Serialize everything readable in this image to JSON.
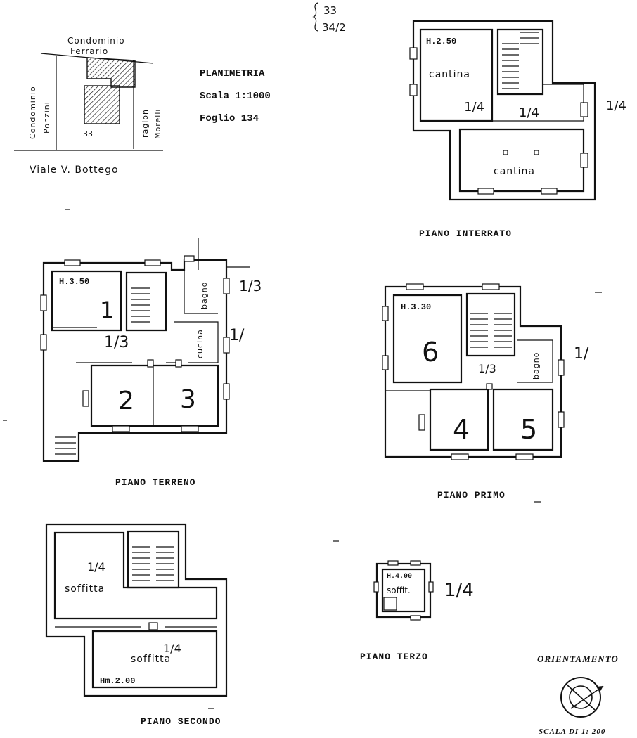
{
  "header": {
    "title": "PLANIMETRIA",
    "scale": "Scala 1:1000",
    "sheet": "Foglio 134",
    "parcels_line1": "33",
    "parcels_line2": "34/2"
  },
  "site_plan": {
    "north_neighbor_line1": "Condominio",
    "north_neighbor_line2": "Ferrario",
    "west_neighbor_line1": "Condominio",
    "west_neighbor_line2": "Ponzini",
    "east_neighbor_line1": "ragioni",
    "east_neighbor_line2": "Morelli",
    "parcel_number": "33",
    "street": "Viale V. Bottego"
  },
  "floors": {
    "basement": {
      "title": "PIANO INTERRATO",
      "height": "H.2.50",
      "rooms": [
        "cantina",
        "cantina"
      ],
      "marks": [
        "1/4",
        "1/4",
        "1/4"
      ]
    },
    "ground": {
      "title": "PIANO TERRENO",
      "height": "H.3.50",
      "rooms": [
        "bagno",
        "cucina"
      ],
      "room_numbers": [
        "1",
        "2",
        "3"
      ],
      "marks": [
        "1/3",
        "1/3",
        "1/"
      ]
    },
    "first": {
      "title": "PIANO PRIMO",
      "height": "H.3.30",
      "rooms": [
        "bagno"
      ],
      "room_numbers": [
        "6",
        "4",
        "5"
      ],
      "marks": [
        "1/3",
        "1/"
      ]
    },
    "second": {
      "title": "PIANO SECONDO",
      "height": "Hm.2.00",
      "rooms": [
        "soffitta",
        "soffitta"
      ],
      "marks": [
        "1/4",
        "1/4"
      ]
    },
    "third": {
      "title": "PIANO TERZO",
      "height": "H.4.00",
      "rooms": [
        "soffit."
      ],
      "marks": [
        "1/4"
      ]
    }
  },
  "orientation": {
    "label": "ORIENTAMENTO",
    "scale_note": "SCALA DI 1: 200"
  },
  "icons": [
    "compass-rose-icon",
    "stair-icon",
    "window-icon"
  ],
  "colors": {
    "ink": "#111111",
    "paper": "#ffffff"
  }
}
